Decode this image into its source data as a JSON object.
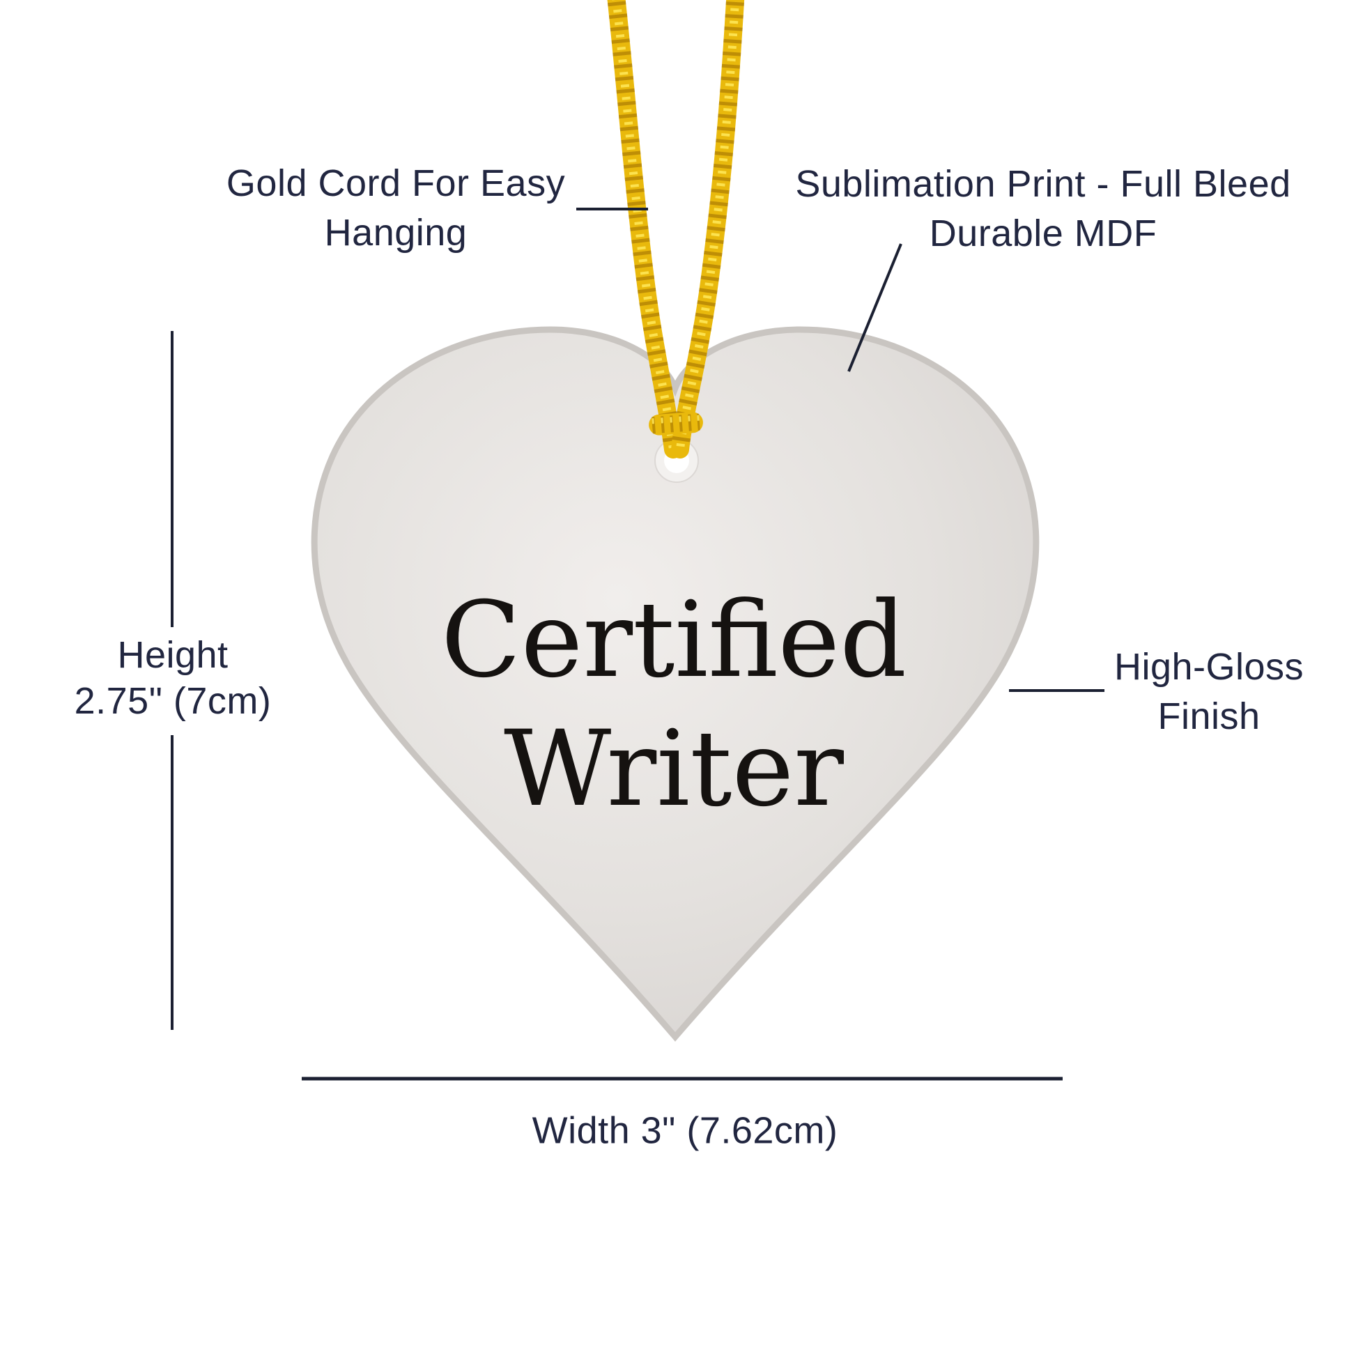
{
  "ornament": {
    "line1": "Certified",
    "line2": "Writer"
  },
  "annotations": {
    "cord": {
      "line1": "Gold Cord For Easy",
      "line2": "Hanging"
    },
    "print": {
      "line1": "Sublimation Print - Full Bleed",
      "line2": "Durable MDF"
    },
    "finish": {
      "line1": "High-Gloss",
      "line2": "Finish"
    },
    "height": {
      "line1": "Height",
      "line2": "2.75\" (7cm)"
    },
    "width": {
      "label": "Width 3\" (7.62cm)"
    }
  },
  "colors": {
    "background": "#ffffff",
    "annotation_text": "#212640",
    "callout_line": "#1b2032",
    "cord_gold": "#e9b90c",
    "cord_gold_dark": "#8a5c00",
    "cord_gold_light": "#ffe95c",
    "heart_face": "#e4e1de",
    "heart_edge": "#c9c5c1",
    "heart_text": "#151210"
  }
}
